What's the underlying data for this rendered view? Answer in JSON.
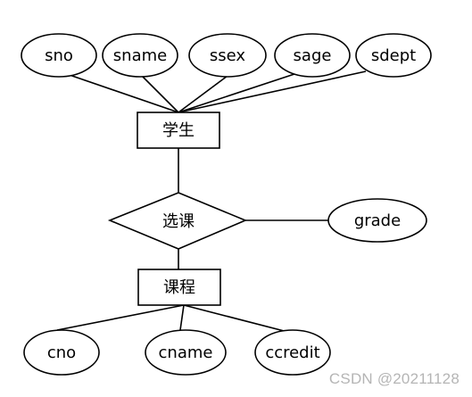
{
  "diagram": {
    "entities": {
      "student": "学生",
      "course": "课程"
    },
    "relationship": "选课",
    "attributes": {
      "sno": "sno",
      "sname": "sname",
      "ssex": "ssex",
      "sage": "sage",
      "sdept": "sdept",
      "grade": "grade",
      "cno": "cno",
      "cname": "cname",
      "ccredit": "ccredit"
    }
  },
  "watermark": "CSDN @20211128"
}
